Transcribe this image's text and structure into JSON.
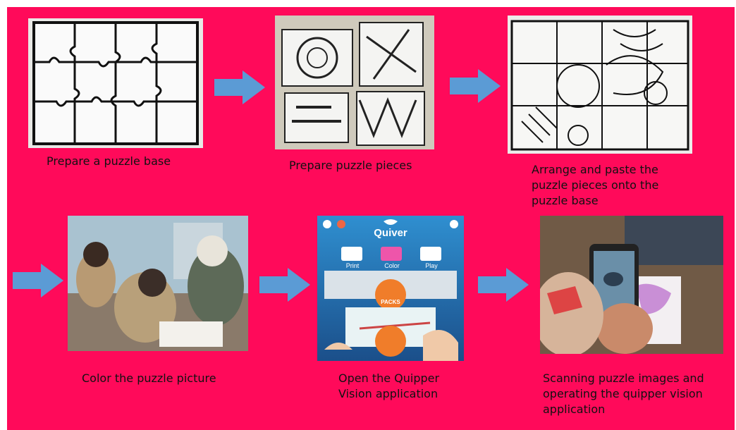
{
  "steps": [
    {
      "caption": "Prepare a puzzle base",
      "image": "blank-puzzle-base-photo"
    },
    {
      "caption": "Prepare puzzle pieces",
      "image": "printed-puzzle-pieces-photo"
    },
    {
      "caption": "Arrange and paste the puzzle pieces onto the puzzle base",
      "image": "assembled-puzzle-photo"
    },
    {
      "caption": "Color the puzzle picture",
      "image": "students-coloring-photo"
    },
    {
      "caption": "Open the Quipper Vision application",
      "image": "quiver-app-screen-photo"
    },
    {
      "caption": "Scanning puzzle images and operating the quipper vision application",
      "image": "phone-scanning-photo"
    }
  ],
  "app": {
    "title": "Quiver",
    "menu": [
      "Print",
      "Color",
      "Play"
    ],
    "packs_label": "PACKS"
  },
  "colors": {
    "background": "#ff0a5a",
    "arrow": "#5b9bd5",
    "caption_text": "#111111"
  },
  "icons": [
    "arrow-right-icon"
  ]
}
